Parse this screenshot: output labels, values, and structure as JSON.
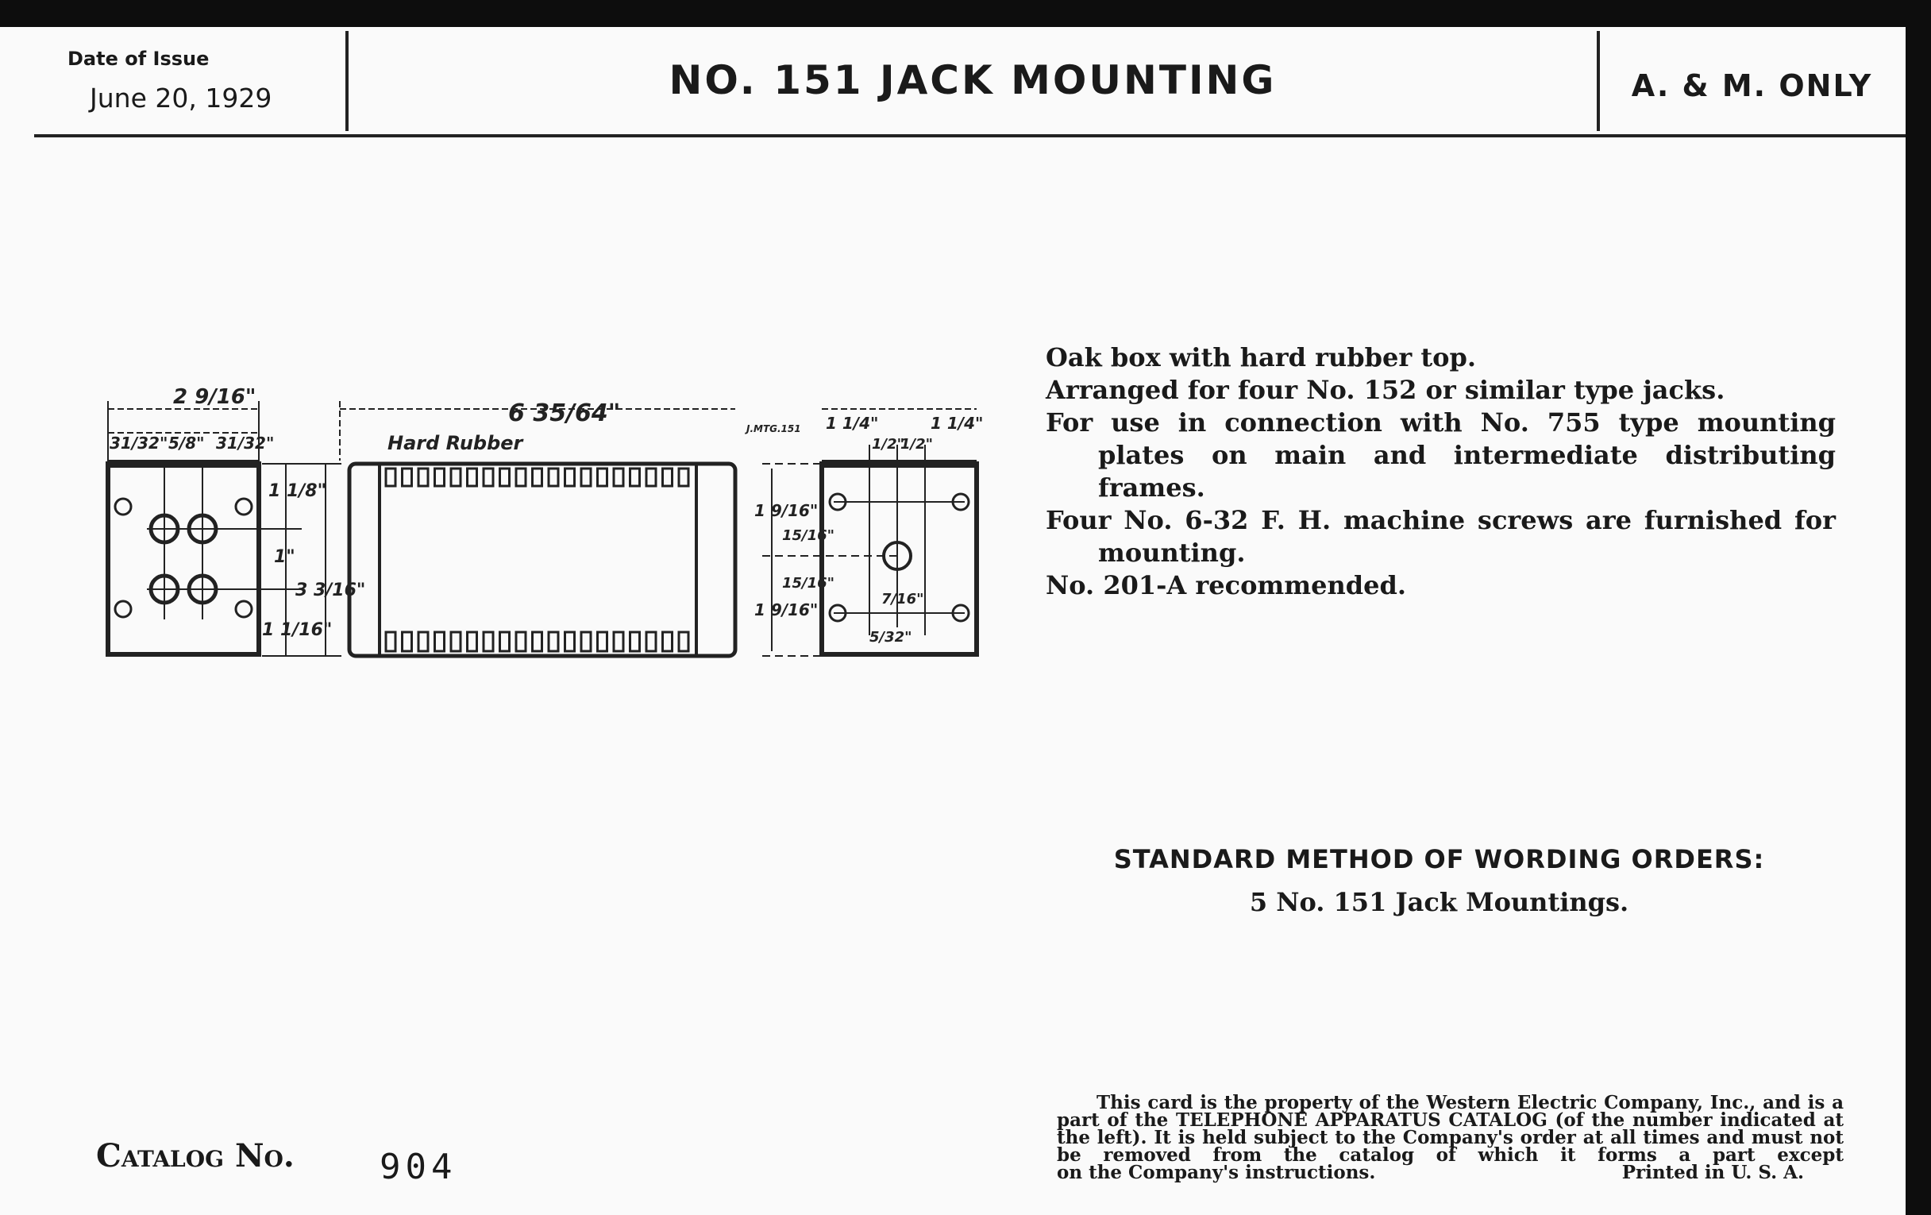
{
  "header": {
    "date_label": "Date of Issue",
    "date_value": "June 20, 1929",
    "title": "NO. 151 JACK MOUNTING",
    "scope": "A. & M. ONLY"
  },
  "description": [
    "Oak box with hard rubber top.",
    "Arranged for four No. 152 or similar type jacks.",
    "For use in connection with No. 755 type mounting plates on main and intermediate distributing frames.",
    "Four No. 6-32 F. H. machine screws are furnished for mounting.",
    "No. 201-A recommended."
  ],
  "ordering": {
    "heading": "STANDARD METHOD OF WORDING ORDERS:",
    "example": "5 No. 151 Jack Mountings."
  },
  "footer": {
    "notice": "This card is the property of the Western Electric Company, Inc., and is a part of the TELEPHONE APPARATUS CATALOG (of the number indicated at the left). It is held subject to the Company's order at all times and must not be removed from the catalog of which it forms a part except",
    "notice_end": "on the Company's instructions.",
    "printed": "Printed in U. S. A."
  },
  "catalog": {
    "label": "Catalog No.",
    "number": "904"
  },
  "drawing": {
    "overall_width": "2 9/16\"",
    "side_margin_left": "31/32\"",
    "jack_spacing": "5/8\"",
    "side_margin_right": "31/32\"",
    "length": "6 35/64\"",
    "material_label": "Hard Rubber",
    "drawing_id": "J.MTG.151",
    "top_offset": "1 1/8\"",
    "jack_pitch": "1\"",
    "height": "3 3/16\"",
    "bottom_offset": "1 1/16\"",
    "end_left": "1 1/4\"",
    "end_half_a": "1/2\"",
    "end_half_b": "1/2\"",
    "end_right": "1 1/4\"",
    "screw_top": "1 9/16\"",
    "center_upper": "15/16\"",
    "center_lower": "15/16\"",
    "screw_bottom": "1 9/16\"",
    "hole_dia": "7/16\"",
    "hole_offset": "5/32\""
  }
}
